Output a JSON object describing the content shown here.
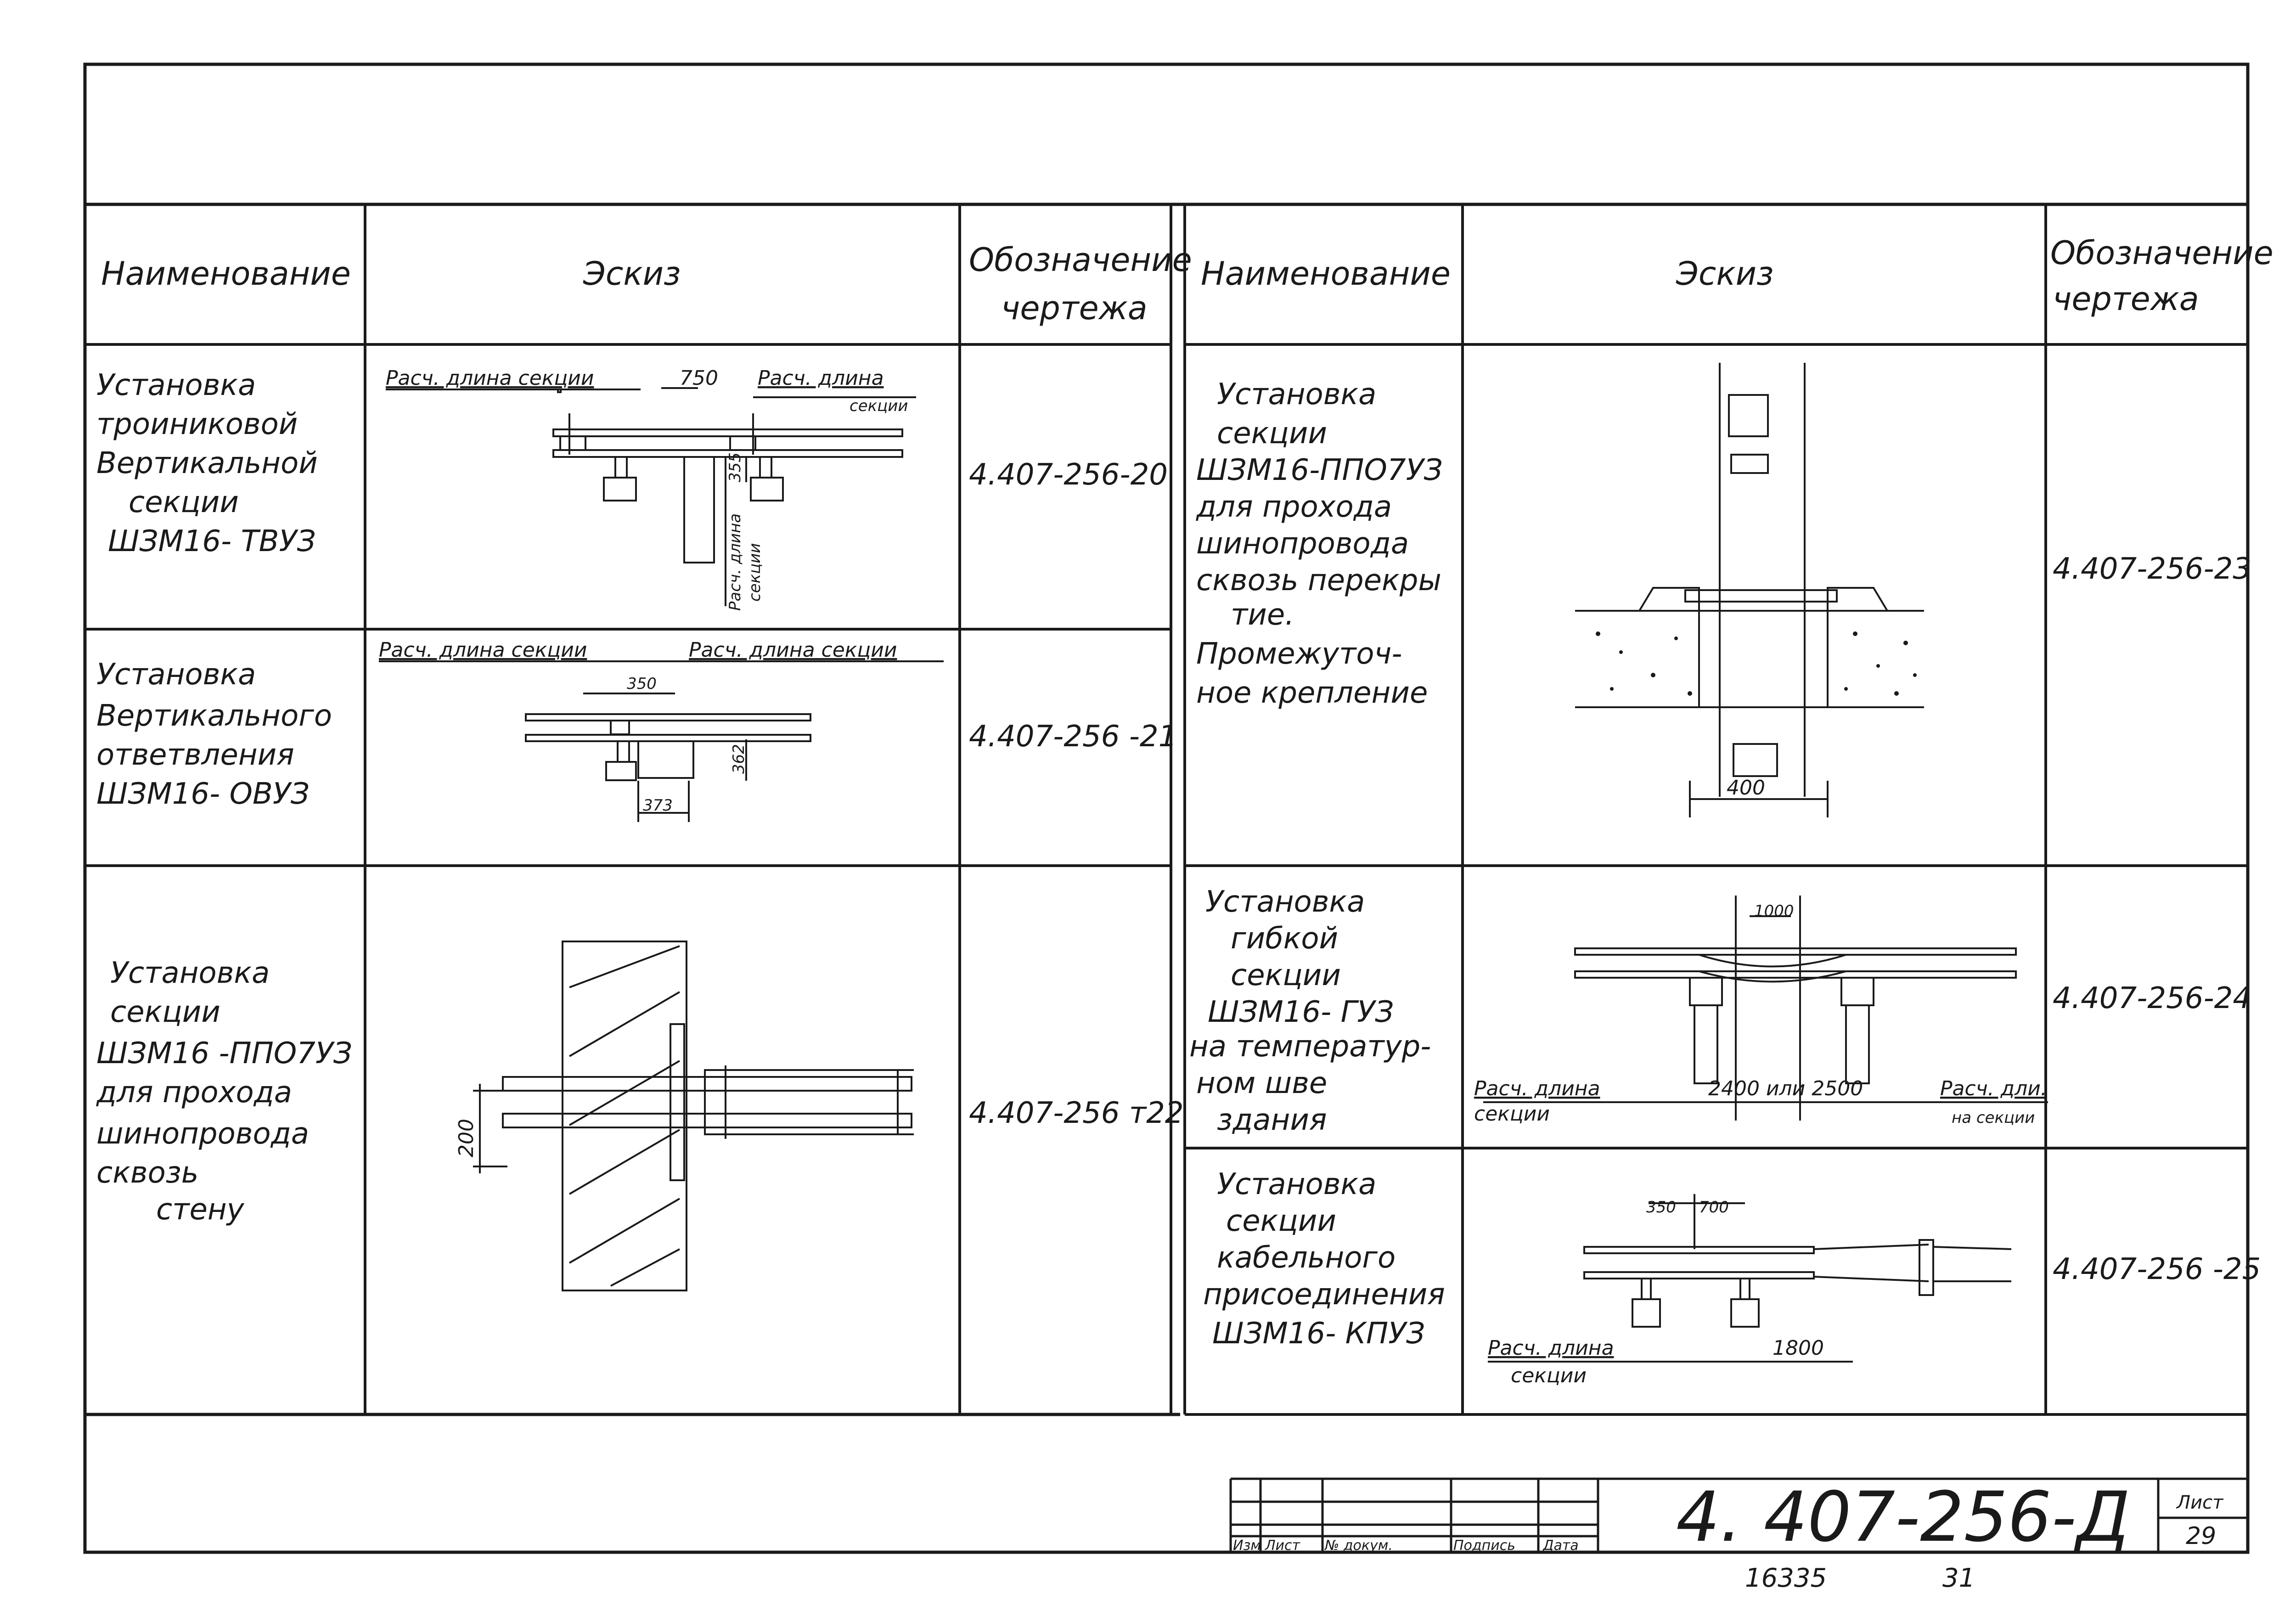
{
  "headers": {
    "name": "Наименование",
    "sketch": "Эскиз",
    "designation_1": "Обозначение",
    "designation_2": "чертежа"
  },
  "left_rows": [
    {
      "name_lines": [
        "Установка",
        "троиниковой",
        "Вертикальной",
        "секции",
        "ШЗМ16- ТВУЗ"
      ],
      "code": "4.407-256-20"
    },
    {
      "name_lines": [
        "Установка",
        "Вертикального",
        "ответвления",
        "ШЗМ16- ОВУЗ"
      ],
      "code": "4.407-256 -21"
    },
    {
      "name_lines": [
        "Установка",
        "секции",
        "ШЗМ16 -ППО7УЗ",
        "для прохода",
        "шинопровода",
        "сквозь",
        "стену"
      ],
      "code": "4.407-256 т22"
    }
  ],
  "right_rows": [
    {
      "name_lines": [
        "Установка",
        "секции",
        "ШЗМ16-ППО7УЗ",
        "для прохода",
        "шинопровода",
        "сквозь перекры",
        "тие.",
        "Промежуточ-",
        "ное крепление"
      ],
      "code": "4.407-256-23"
    },
    {
      "name_lines": [
        "Установка",
        "гибкой",
        "секции",
        "ШЗМ16- ГУЗ",
        "на температур-",
        "ном шве",
        "здания"
      ],
      "code": "4.407-256-24"
    },
    {
      "name_lines": [
        "Установка",
        "секции",
        "кабельного",
        "присоединения",
        "ШЗМ16- КПУЗ"
      ],
      "code": "4.407-256 -25"
    }
  ],
  "sketch_labels": {
    "r1_left": "Расч. длина секции",
    "r1_mid": "750",
    "r1_right_1": "Расч. длина",
    "r1_right_2": "секции",
    "r1_vert_1": "Расч. длина",
    "r1_vert_2": "секции",
    "r1_dim": "355",
    "r2_left": "Расч. длина секции",
    "r2_right": "Расч. длина секции",
    "r2_d1": "350",
    "r2_d2": "362",
    "r2_d3": "373",
    "r3_dim": "200",
    "r4_dim": "400",
    "r5_top": "1000",
    "r5_left_1": "Расч. длина",
    "r5_left_2": "секции",
    "r5_mid": "2400 или 2500",
    "r5_right_1": "Расч. дли.",
    "r5_right_2": "на секции",
    "r6_d1": "350",
    "r6_d2": "700",
    "r6_left_1": "Расч. длина",
    "r6_left_2": "секции",
    "r6_d3": "1800"
  },
  "title_block": {
    "cols": [
      "Изм",
      "Лист",
      "№ докум.",
      "Подпись",
      "Дата"
    ],
    "doc_number": "4. 407-256-Д",
    "sheet_label": "Лист",
    "sheet_number": "29",
    "below_1": "16335",
    "below_2": "31"
  }
}
